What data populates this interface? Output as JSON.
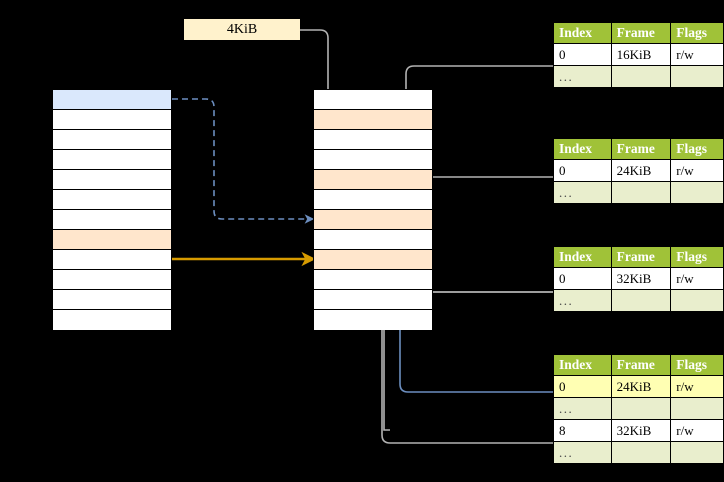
{
  "diagram": {
    "title_chip": {
      "label": "4KiB"
    },
    "left_table": {
      "name": "page-directory-left",
      "rows": [
        {
          "highlight": "blue"
        },
        {
          "highlight": "none"
        },
        {
          "highlight": "none"
        },
        {
          "highlight": "none"
        },
        {
          "highlight": "none"
        },
        {
          "highlight": "none"
        },
        {
          "highlight": "none"
        },
        {
          "highlight": "peach"
        },
        {
          "highlight": "none"
        },
        {
          "highlight": "none"
        },
        {
          "highlight": "none"
        },
        {
          "highlight": "none"
        }
      ]
    },
    "middle_table": {
      "name": "page-table-middle",
      "rows": [
        {
          "highlight": "none"
        },
        {
          "highlight": "peach"
        },
        {
          "highlight": "none"
        },
        {
          "highlight": "none"
        },
        {
          "highlight": "peach"
        },
        {
          "highlight": "none"
        },
        {
          "highlight": "peach"
        },
        {
          "highlight": "none"
        },
        {
          "highlight": "peach"
        },
        {
          "highlight": "none"
        },
        {
          "highlight": "none"
        },
        {
          "highlight": "none"
        }
      ]
    },
    "page_tables": [
      {
        "id": "pt1",
        "headers": [
          "Index",
          "Frame",
          "Flags"
        ],
        "rows": [
          {
            "cells": [
              "0",
              "16KiB",
              "r/w"
            ],
            "kind": "data",
            "highlight": [
              false,
              false,
              false
            ]
          },
          {
            "cells": [
              "...",
              "",
              ""
            ],
            "kind": "ellipsis",
            "highlight": [
              false,
              false,
              false
            ]
          }
        ]
      },
      {
        "id": "pt2",
        "headers": [
          "Index",
          "Frame",
          "Flags"
        ],
        "rows": [
          {
            "cells": [
              "0",
              "24KiB",
              "r/w"
            ],
            "kind": "data",
            "highlight": [
              false,
              false,
              false
            ]
          },
          {
            "cells": [
              "...",
              "",
              ""
            ],
            "kind": "ellipsis",
            "highlight": [
              false,
              false,
              false
            ]
          }
        ]
      },
      {
        "id": "pt3",
        "headers": [
          "Index",
          "Frame",
          "Flags"
        ],
        "rows": [
          {
            "cells": [
              "0",
              "32KiB",
              "r/w"
            ],
            "kind": "data",
            "highlight": [
              false,
              false,
              false
            ]
          },
          {
            "cells": [
              "...",
              "",
              ""
            ],
            "kind": "ellipsis",
            "highlight": [
              false,
              false,
              false
            ]
          }
        ]
      },
      {
        "id": "pt4",
        "headers": [
          "Index",
          "Frame",
          "Flags"
        ],
        "rows": [
          {
            "cells": [
              "0",
              "24KiB",
              "r/w"
            ],
            "kind": "data",
            "highlight": [
              true,
              true,
              true
            ]
          },
          {
            "cells": [
              "...",
              "",
              ""
            ],
            "kind": "ellipsis",
            "highlight": [
              false,
              false,
              false
            ]
          },
          {
            "cells": [
              "8",
              "32KiB",
              "r/w"
            ],
            "kind": "data",
            "highlight": [
              false,
              false,
              false
            ]
          },
          {
            "cells": [
              "...",
              "",
              ""
            ],
            "kind": "ellipsis",
            "highlight": [
              false,
              false,
              false
            ]
          }
        ]
      }
    ],
    "colors": {
      "header_green": "#a0c238",
      "ellipsis_green": "#e9eecd",
      "row_blue": "#dae8fc",
      "row_peach": "#ffe6cc",
      "chip_cream": "#fff2cc",
      "highlight_yellow": "#ffffb3",
      "arrow_orange": "#d79b00",
      "arrow_blue": "#6c8ebf",
      "arrow_gray": "#b3b3b3",
      "background": "#000000"
    },
    "connectors": [
      {
        "name": "blue-dashed-left-to-middle",
        "style": "dashed",
        "color": "#6c8ebf"
      },
      {
        "name": "orange-solid-left-to-middle",
        "style": "solid",
        "color": "#d79b00"
      },
      {
        "name": "gray-chip-to-middle-row2",
        "style": "solid",
        "color": "#b3b3b3"
      },
      {
        "name": "gray-pt1-to-middle-row5",
        "style": "solid",
        "color": "#b3b3b3"
      },
      {
        "name": "gray-pt2-to-middle-row7",
        "style": "solid",
        "color": "#b3b3b3"
      },
      {
        "name": "gray-pt3-to-middle-row9-left",
        "style": "solid",
        "color": "#b3b3b3"
      },
      {
        "name": "gray-pt4-row8-to-middle-row9-right",
        "style": "solid",
        "color": "#b3b3b3"
      },
      {
        "name": "blue-pt4-row0-to-middle-row7",
        "style": "solid",
        "color": "#6c8ebf"
      }
    ]
  }
}
